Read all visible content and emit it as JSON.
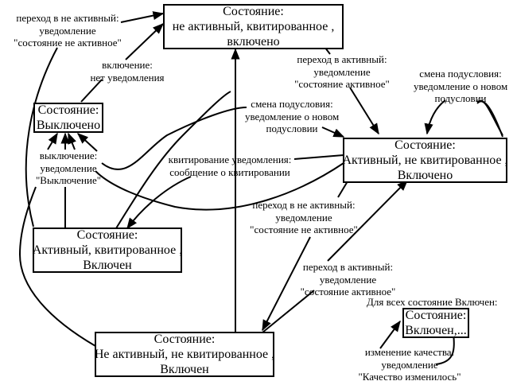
{
  "diagram": {
    "title": "State transition diagram",
    "states": {
      "inactive_acked_on": {
        "lines": [
          "Состояние:",
          "не активный, квитированное ,",
          "включено"
        ]
      },
      "off": {
        "lines": [
          "Состояние:",
          "Выключено"
        ]
      },
      "active_unacked_on": {
        "lines": [
          "Состояние:",
          "Активный,  не квитированное ,",
          "Включено"
        ]
      },
      "active_acked_on": {
        "lines": [
          "Состояние:",
          "Активный, квитированное ,",
          "Включен"
        ]
      },
      "inactive_unacked_on": {
        "lines": [
          "Состояние:",
          "Не активный,  не квитированное  ,",
          "Включен"
        ]
      },
      "on_any": {
        "lines": [
          "Состояние:",
          "Включен,..."
        ]
      }
    },
    "transitions": {
      "to_inactive_top": {
        "lines": [
          "переход в не активный:",
          "уведомление",
          "\"состояние не активное\""
        ]
      },
      "switch_on": {
        "lines": [
          "включение:",
          "нет уведомления"
        ]
      },
      "to_active_top": {
        "lines": [
          "переход в активный:",
          "уведомление",
          "\"состояние активное\""
        ]
      },
      "subcond_change_self": {
        "lines": [
          "смена подусловия:",
          "уведомление о новом",
          "подусловии"
        ]
      },
      "subcond_change": {
        "lines": [
          "смена подусловия:",
          "уведомление о новом",
          "подусловии"
        ]
      },
      "switch_off": {
        "lines": [
          "выключение:",
          "уведомление",
          "\"Выключение\""
        ]
      },
      "acknowledge": {
        "lines": [
          "квитирование уведомления:",
          "сообщение о квитировании"
        ]
      },
      "to_inactive_mid": {
        "lines": [
          "переход в не активный:",
          "уведомление",
          "\"состояние не активное\""
        ]
      },
      "to_active_bottom": {
        "lines": [
          "переход в активный:",
          "уведомление",
          "\"состояние активное\""
        ]
      },
      "quality_change": {
        "lines": [
          "изменение качества:",
          "уведомление",
          "\"Качество изменилось\""
        ]
      }
    },
    "caption_all_on": "Для всех состояние Включен:"
  }
}
